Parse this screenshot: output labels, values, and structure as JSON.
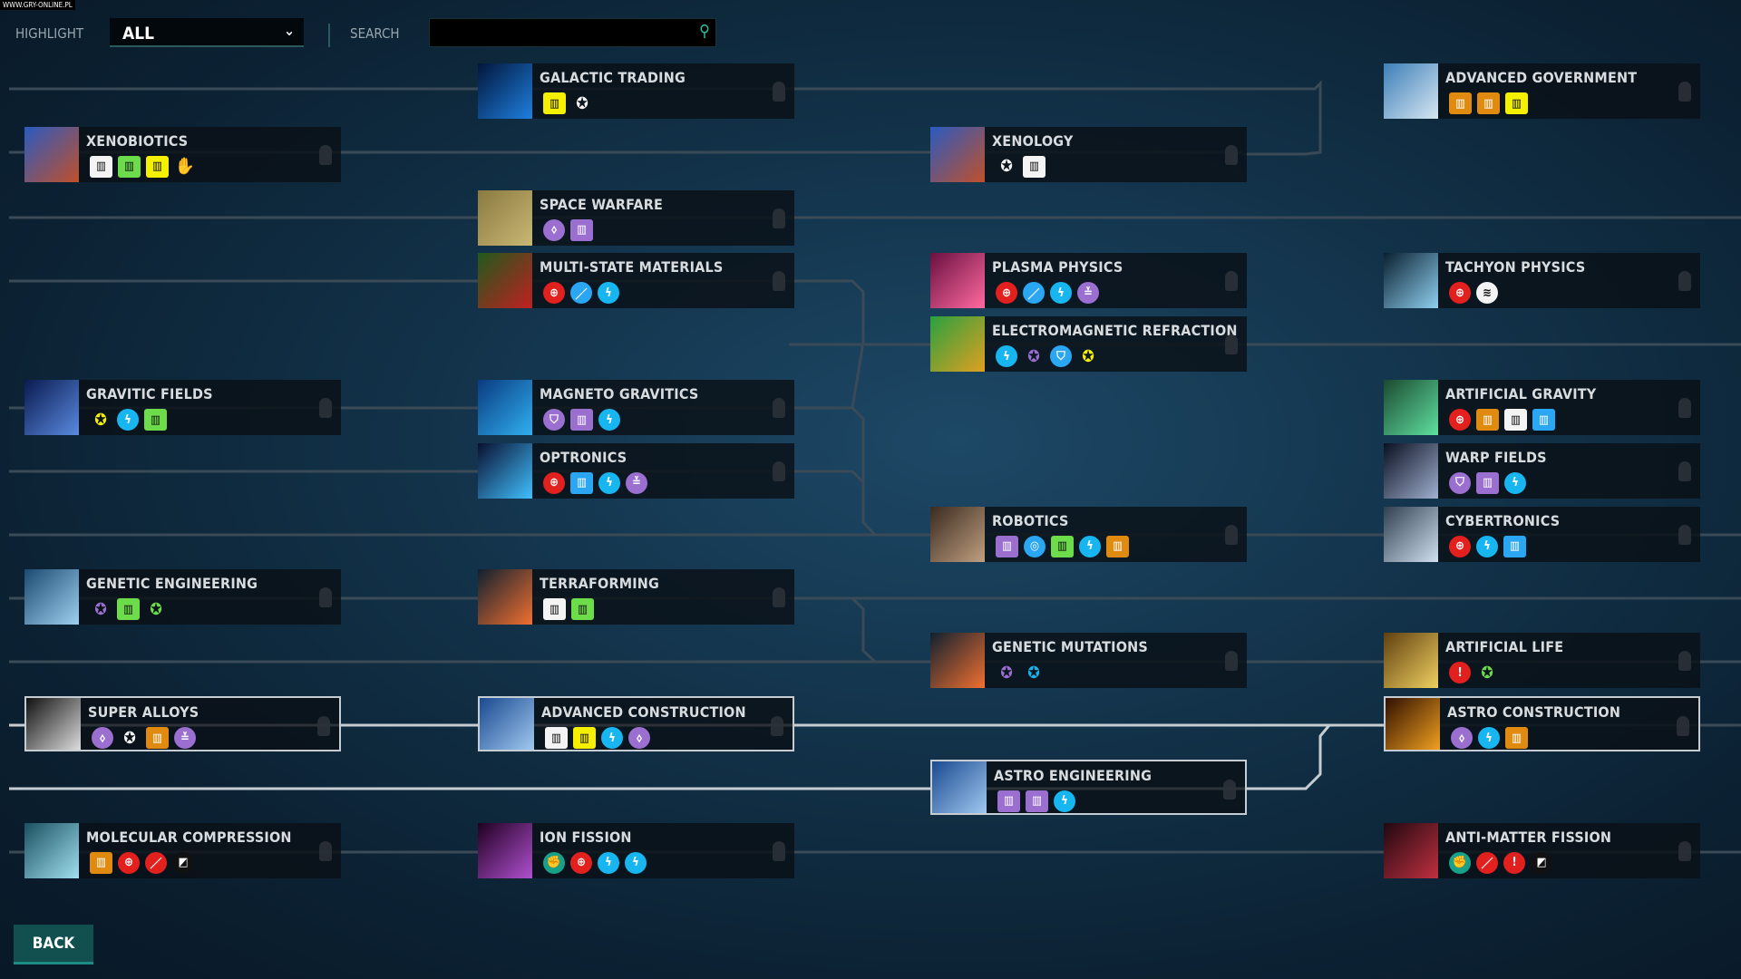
{
  "watermark": "WWW.GRY-ONLINE.PL",
  "toolbar": {
    "highlight_label": "HIGHLIGHT",
    "highlight_value": "ALL",
    "search_label": "SEARCH",
    "search_value": "",
    "search_placeholder": ""
  },
  "back_label": "BACK",
  "colors": {
    "white": "#f4f4f4",
    "green": "#6ddc4a",
    "yellow": "#f5f000",
    "orange": "#e08a10",
    "blue": "#2ba6f2",
    "cyan": "#18b6f0",
    "red": "#e2201e",
    "purple": "#9b6fd0",
    "teal": "#17a08a",
    "black": "#111111",
    "grey": "#8a96a0"
  },
  "techs": [
    {
      "name": "GALACTIC TRADING",
      "col": 1,
      "row": 0,
      "thumb": [
        "#02163a",
        "#1e7fe0"
      ],
      "icons": [
        [
          "sq",
          "yellow",
          "building"
        ],
        [
          "bare",
          "white",
          "star"
        ]
      ]
    },
    {
      "name": "ADVANCED GOVERNMENT",
      "col": 3,
      "row": 0,
      "thumb": [
        "#3d7fb8",
        "#d6e6f2"
      ],
      "icons": [
        [
          "sq",
          "orange",
          "building"
        ],
        [
          "sq",
          "orange",
          "building"
        ],
        [
          "sq",
          "yellow",
          "building"
        ]
      ]
    },
    {
      "name": "XENOBIOTICS",
      "col": 0,
      "row": 1,
      "thumb": [
        "#2a5bc0",
        "#c0502a"
      ],
      "icons": [
        [
          "sq",
          "white",
          "building"
        ],
        [
          "sq",
          "green",
          "building"
        ],
        [
          "sq",
          "yellow",
          "building"
        ],
        [
          "bare",
          "grey",
          "robot-hand"
        ]
      ]
    },
    {
      "name": "XENOLOGY",
      "col": 2,
      "row": 1,
      "thumb": [
        "#2a5bc0",
        "#c0502a"
      ],
      "icons": [
        [
          "bare",
          "white",
          "star"
        ],
        [
          "sq",
          "white",
          "building"
        ]
      ]
    },
    {
      "name": "SPACE WARFARE",
      "col": 1,
      "row": 2,
      "thumb": [
        "#8a7a40",
        "#c9b774"
      ],
      "icons": [
        [
          "ci",
          "purple",
          "drop"
        ],
        [
          "sq",
          "purple",
          "building"
        ]
      ]
    },
    {
      "name": "MULTI-STATE MATERIALS",
      "col": 1,
      "row": 3,
      "thumb": [
        "#1f5a1c",
        "#c02020"
      ],
      "icons": [
        [
          "ci",
          "red",
          "crosshair"
        ],
        [
          "ci",
          "blue",
          "sword"
        ],
        [
          "ci",
          "cyan",
          "bolt"
        ]
      ]
    },
    {
      "name": "PLASMA PHYSICS",
      "col": 2,
      "row": 3,
      "thumb": [
        "#6a1040",
        "#ff6aa0"
      ],
      "icons": [
        [
          "ci",
          "red",
          "crosshair"
        ],
        [
          "ci",
          "blue",
          "sword"
        ],
        [
          "ci",
          "cyan",
          "bolt"
        ],
        [
          "ci",
          "purple",
          "chevrons"
        ]
      ]
    },
    {
      "name": "TACHYON PHYSICS",
      "col": 3,
      "row": 3,
      "thumb": [
        "#0a2030",
        "#8fd0f0"
      ],
      "icons": [
        [
          "ci",
          "red",
          "crosshair"
        ],
        [
          "ci",
          "white",
          "wifi"
        ]
      ]
    },
    {
      "name": "ELECTROMAGNETIC REFRACTION",
      "col": 2,
      "row": 4,
      "thumb": [
        "#2aa040",
        "#e0a020"
      ],
      "icons": [
        [
          "ci",
          "cyan",
          "bolt"
        ],
        [
          "bare",
          "purple",
          "star"
        ],
        [
          "ci",
          "blue",
          "shield"
        ],
        [
          "bare",
          "yellow",
          "star"
        ]
      ]
    },
    {
      "name": "GRAVITIC FIELDS",
      "col": 0,
      "row": 5,
      "thumb": [
        "#0a1a50",
        "#5a8ae0"
      ],
      "icons": [
        [
          "bare",
          "yellow",
          "star"
        ],
        [
          "ci",
          "cyan",
          "bolt"
        ],
        [
          "sq",
          "green",
          "building"
        ]
      ]
    },
    {
      "name": "MAGNETO GRAVITICS",
      "col": 1,
      "row": 5,
      "thumb": [
        "#0a3a80",
        "#30b0f0"
      ],
      "icons": [
        [
          "ci",
          "purple",
          "shield"
        ],
        [
          "sq",
          "purple",
          "building"
        ],
        [
          "ci",
          "cyan",
          "bolt"
        ]
      ]
    },
    {
      "name": "ARTIFICIAL GRAVITY",
      "col": 3,
      "row": 5,
      "thumb": [
        "#1a4a30",
        "#60e0a0"
      ],
      "icons": [
        [
          "ci",
          "red",
          "crosshair"
        ],
        [
          "sq",
          "orange",
          "building"
        ],
        [
          "sq",
          "white",
          "building"
        ],
        [
          "sq",
          "blue",
          "building"
        ]
      ]
    },
    {
      "name": "OPTRONICS",
      "col": 1,
      "row": 6,
      "thumb": [
        "#0a1030",
        "#40c0ff"
      ],
      "icons": [
        [
          "ci",
          "red",
          "crosshair"
        ],
        [
          "sq",
          "blue",
          "building"
        ],
        [
          "ci",
          "cyan",
          "bolt"
        ],
        [
          "ci",
          "purple",
          "chevrons"
        ]
      ]
    },
    {
      "name": "WARP FIELDS",
      "col": 3,
      "row": 6,
      "thumb": [
        "#0a0f20",
        "#a0b0d0"
      ],
      "icons": [
        [
          "ci",
          "purple",
          "shield"
        ],
        [
          "sq",
          "purple",
          "building"
        ],
        [
          "ci",
          "cyan",
          "bolt"
        ]
      ]
    },
    {
      "name": "ROBOTICS",
      "col": 2,
      "row": 7,
      "thumb": [
        "#3a2a20",
        "#c0a080"
      ],
      "icons": [
        [
          "sq",
          "purple",
          "building"
        ],
        [
          "ci",
          "blue",
          "ring"
        ],
        [
          "sq",
          "green",
          "building"
        ],
        [
          "ci",
          "cyan",
          "bolt"
        ],
        [
          "sq",
          "orange",
          "building"
        ]
      ]
    },
    {
      "name": "CYBERTRONICS",
      "col": 3,
      "row": 7,
      "thumb": [
        "#304050",
        "#d0e0f0"
      ],
      "icons": [
        [
          "ci",
          "red",
          "crosshair"
        ],
        [
          "ci",
          "cyan",
          "bolt"
        ],
        [
          "sq",
          "blue",
          "building"
        ]
      ]
    },
    {
      "name": "GENETIC ENGINEERING",
      "col": 0,
      "row": 8,
      "thumb": [
        "#1a4a70",
        "#a0d0f0"
      ],
      "icons": [
        [
          "bare",
          "purple",
          "star"
        ],
        [
          "sq",
          "green",
          "building"
        ],
        [
          "bare",
          "green",
          "star"
        ]
      ]
    },
    {
      "name": "TERRAFORMING",
      "col": 1,
      "row": 8,
      "thumb": [
        "#102030",
        "#f07030"
      ],
      "icons": [
        [
          "sq",
          "white",
          "building"
        ],
        [
          "sq",
          "green",
          "building"
        ]
      ]
    },
    {
      "name": "GENETIC MUTATIONS",
      "col": 2,
      "row": 9,
      "thumb": [
        "#102030",
        "#f07030"
      ],
      "icons": [
        [
          "bare",
          "purple",
          "star"
        ],
        [
          "bare",
          "cyan",
          "star"
        ]
      ]
    },
    {
      "name": "ARTIFICIAL LIFE",
      "col": 3,
      "row": 9,
      "thumb": [
        "#604010",
        "#f0d060"
      ],
      "icons": [
        [
          "ci",
          "red",
          "alert"
        ],
        [
          "bare",
          "green",
          "star"
        ]
      ]
    },
    {
      "name": "SUPER ALLOYS",
      "col": 0,
      "row": 10,
      "hl": true,
      "thumb": [
        "#111111",
        "#dddddd"
      ],
      "icons": [
        [
          "ci",
          "purple",
          "drop"
        ],
        [
          "bare",
          "white",
          "star"
        ],
        [
          "sq",
          "orange",
          "building"
        ],
        [
          "ci",
          "purple",
          "chevrons"
        ]
      ]
    },
    {
      "name": "ADVANCED CONSTRUCTION",
      "col": 1,
      "row": 10,
      "hl": true,
      "thumb": [
        "#1a4a90",
        "#a0c8f0"
      ],
      "icons": [
        [
          "sq",
          "white",
          "building"
        ],
        [
          "sq",
          "yellow",
          "building"
        ],
        [
          "ci",
          "cyan",
          "bolt"
        ],
        [
          "ci",
          "purple",
          "drop"
        ]
      ]
    },
    {
      "name": "ASTRO CONSTRUCTION",
      "col": 3,
      "row": 10,
      "hl": true,
      "thumb": [
        "#301000",
        "#f0a020"
      ],
      "icons": [
        [
          "ci",
          "purple",
          "drop"
        ],
        [
          "ci",
          "cyan",
          "bolt"
        ],
        [
          "sq",
          "orange",
          "building"
        ]
      ]
    },
    {
      "name": "ASTRO ENGINEERING",
      "col": 2,
      "row": 11,
      "hl": true,
      "thumb": [
        "#1a4a90",
        "#a0c8f0"
      ],
      "icons": [
        [
          "sq",
          "purple",
          "building"
        ],
        [
          "sq",
          "purple",
          "building"
        ],
        [
          "ci",
          "cyan",
          "bolt"
        ]
      ]
    },
    {
      "name": "MOLECULAR COMPRESSION",
      "col": 0,
      "row": 12,
      "thumb": [
        "#1a5060",
        "#a0e0f0"
      ],
      "icons": [
        [
          "sq",
          "orange",
          "building"
        ],
        [
          "ci",
          "red",
          "crosshair"
        ],
        [
          "ci",
          "red",
          "sword"
        ],
        [
          "ci",
          "black",
          "chip"
        ]
      ]
    },
    {
      "name": "ION FISSION",
      "col": 1,
      "row": 12,
      "thumb": [
        "#200020",
        "#b050d0"
      ],
      "icons": [
        [
          "ci",
          "teal",
          "fist"
        ],
        [
          "ci",
          "red",
          "crosshair"
        ],
        [
          "ci",
          "cyan",
          "bolt"
        ],
        [
          "ci",
          "cyan",
          "bolt"
        ]
      ]
    },
    {
      "name": "ANTI-MATTER FISSION",
      "col": 3,
      "row": 12,
      "thumb": [
        "#200810",
        "#c03040"
      ],
      "icons": [
        [
          "ci",
          "teal",
          "fist"
        ],
        [
          "ci",
          "red",
          "sword"
        ],
        [
          "ci",
          "red",
          "alert"
        ],
        [
          "ci",
          "black",
          "chip"
        ]
      ]
    }
  ]
}
